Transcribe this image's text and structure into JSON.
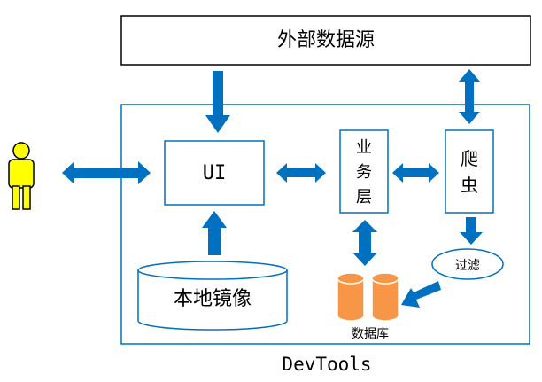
{
  "colors": {
    "accent": "#0070C0",
    "person_fill": "#FFFF00",
    "database_fill": "#F79646",
    "box_border": "#000000",
    "text": "#000000"
  },
  "icons": {
    "user": "person-icon",
    "database": "database-cylinders-icon"
  },
  "external_source": {
    "label": "外部数据源"
  },
  "devtools": {
    "label": "DevTools",
    "ui": {
      "label": "UI"
    },
    "business_layer": {
      "label_lines": [
        "业",
        "务",
        "层"
      ]
    },
    "crawler": {
      "label_lines": [
        "爬",
        "虫"
      ]
    },
    "filter": {
      "label": "过滤"
    },
    "local_mirror": {
      "label": "本地镜像"
    },
    "database": {
      "label": "数据库"
    }
  }
}
